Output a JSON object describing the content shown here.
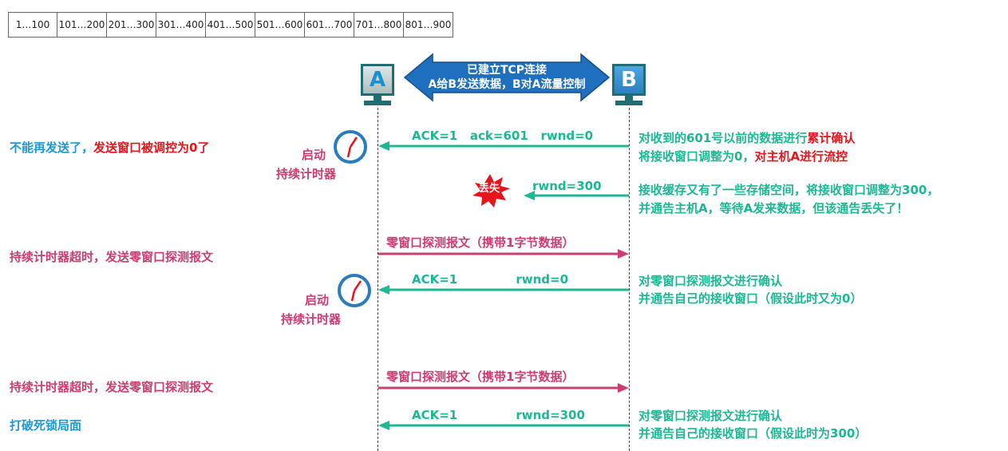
{
  "segment_table": [
    "1…100",
    "101…200",
    "201…300",
    "301…400",
    "401…500",
    "501…600",
    "601…700",
    "701…800",
    "801…900"
  ],
  "hosts": {
    "a": "A",
    "b": "B"
  },
  "connection_banner": {
    "line1": "已建立TCP连接",
    "line2": "A给B发送数据，B对A流量控制"
  },
  "messages": [
    {
      "text": "ACK=1   ack=601   rwnd=0"
    },
    {
      "text": "rwnd=300"
    },
    {
      "text": "零窗口探测报文（携带1字节数据）"
    },
    {
      "text": "ACK=1              rwnd=0"
    },
    {
      "text": "零窗口探测报文（携带1字节数据）"
    },
    {
      "text": "ACK=1              rwnd=300"
    }
  ],
  "loss_label": "丢失",
  "left_notes": {
    "n1_part1": "不能再发送了，",
    "n1_part2": "发送窗口被调控为0了",
    "timer1_l1": "启动",
    "timer1_l2": "持续计时器",
    "n2": "持续计时器超时，发送零窗口探测报文",
    "timer2_l1": "启动",
    "timer2_l2": "持续计时器",
    "n3": "持续计时器超时，发送零窗口探测报文",
    "n4": "打破死锁局面"
  },
  "right_notes": {
    "r1_a": "对收到的601号以前的数据进行",
    "r1_b": "累计确认",
    "r1_c": "将接收窗口调整为0，",
    "r1_d": "对主机A进行流控",
    "r2_l1": "接收缓存又有了一些存储空间，将接收窗口调整为300，",
    "r2_l2": "并通告主机A，等待A发来数据，但该通告丢失了！",
    "r3_l1": "对零窗口探测报文进行确认",
    "r3_l2": "并通告自己的接收窗口（假设此时又为0）",
    "r4_l1": "对零窗口探测报文进行确认",
    "r4_l2": "并通告自己的接收窗口（假设此时为300）"
  },
  "colors": {
    "teal": "#1bb894",
    "pink": "#cc3d72",
    "blue": "#1a9ad6",
    "red": "#e8141b",
    "banner": "#1f6fbf"
  }
}
